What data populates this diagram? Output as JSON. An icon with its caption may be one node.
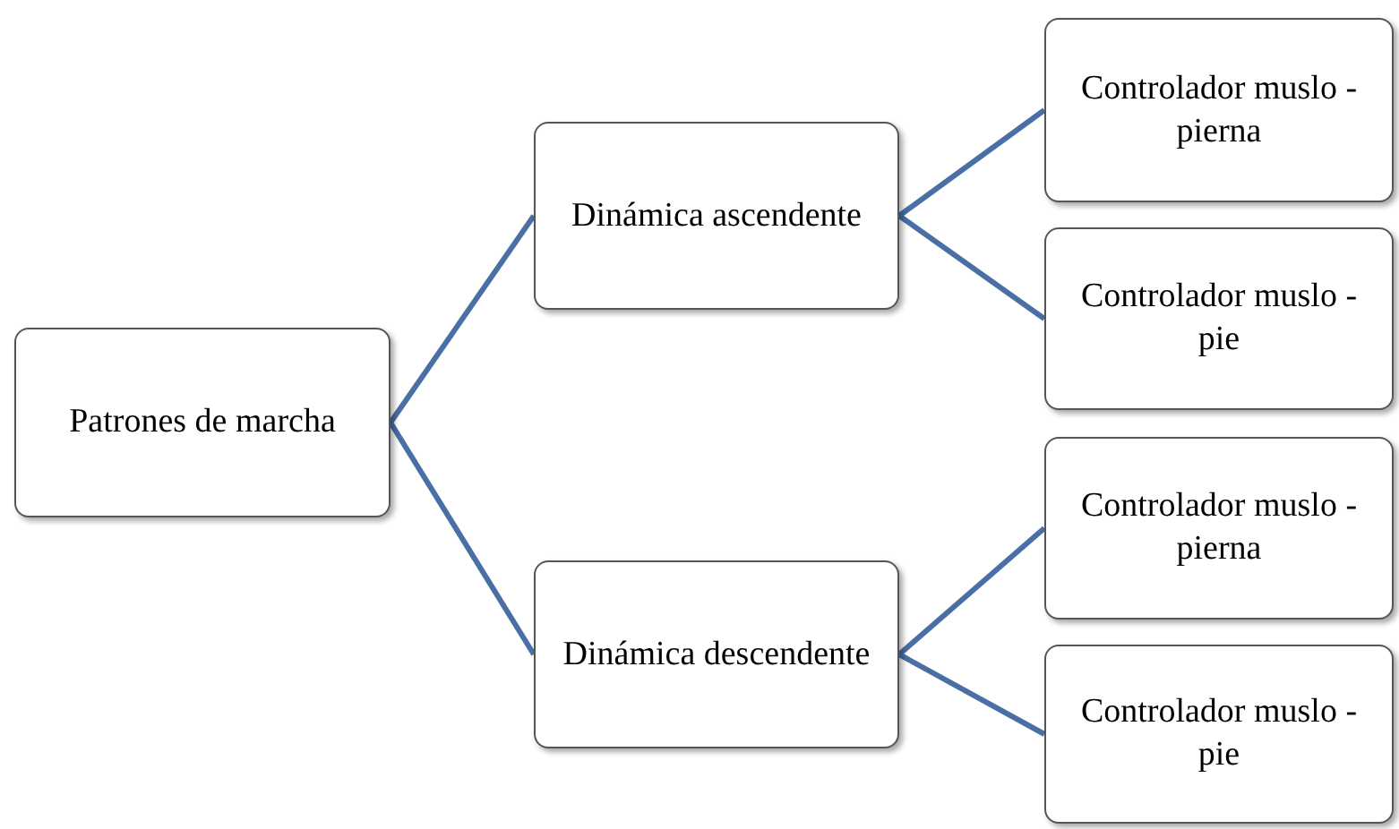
{
  "diagram": {
    "nodes": [
      {
        "text": [
          "Patrones de marcha"
        ]
      },
      {
        "text": [
          "Dinámica ascendente"
        ]
      },
      {
        "text": [
          "Dinámica descendente"
        ]
      },
      {
        "text": [
          "Controlador muslo - pierna"
        ]
      },
      {
        "text": [
          "Controlador muslo - pie"
        ]
      },
      {
        "text": [
          "Controlador muslo - pierna"
        ]
      },
      {
        "text": [
          "Controlador muslo - pie"
        ]
      }
    ],
    "edges": [
      {
        "from": 0,
        "to": 1,
        "arrow": "none"
      },
      {
        "from": 0,
        "to": 2,
        "arrow": "none"
      },
      {
        "from": 1,
        "to": 3,
        "arrow": "none"
      },
      {
        "from": 1,
        "to": 4,
        "arrow": "none"
      },
      {
        "from": 2,
        "to": 5,
        "arrow": "none"
      },
      {
        "from": 2,
        "to": 6,
        "arrow": "none"
      }
    ]
  }
}
